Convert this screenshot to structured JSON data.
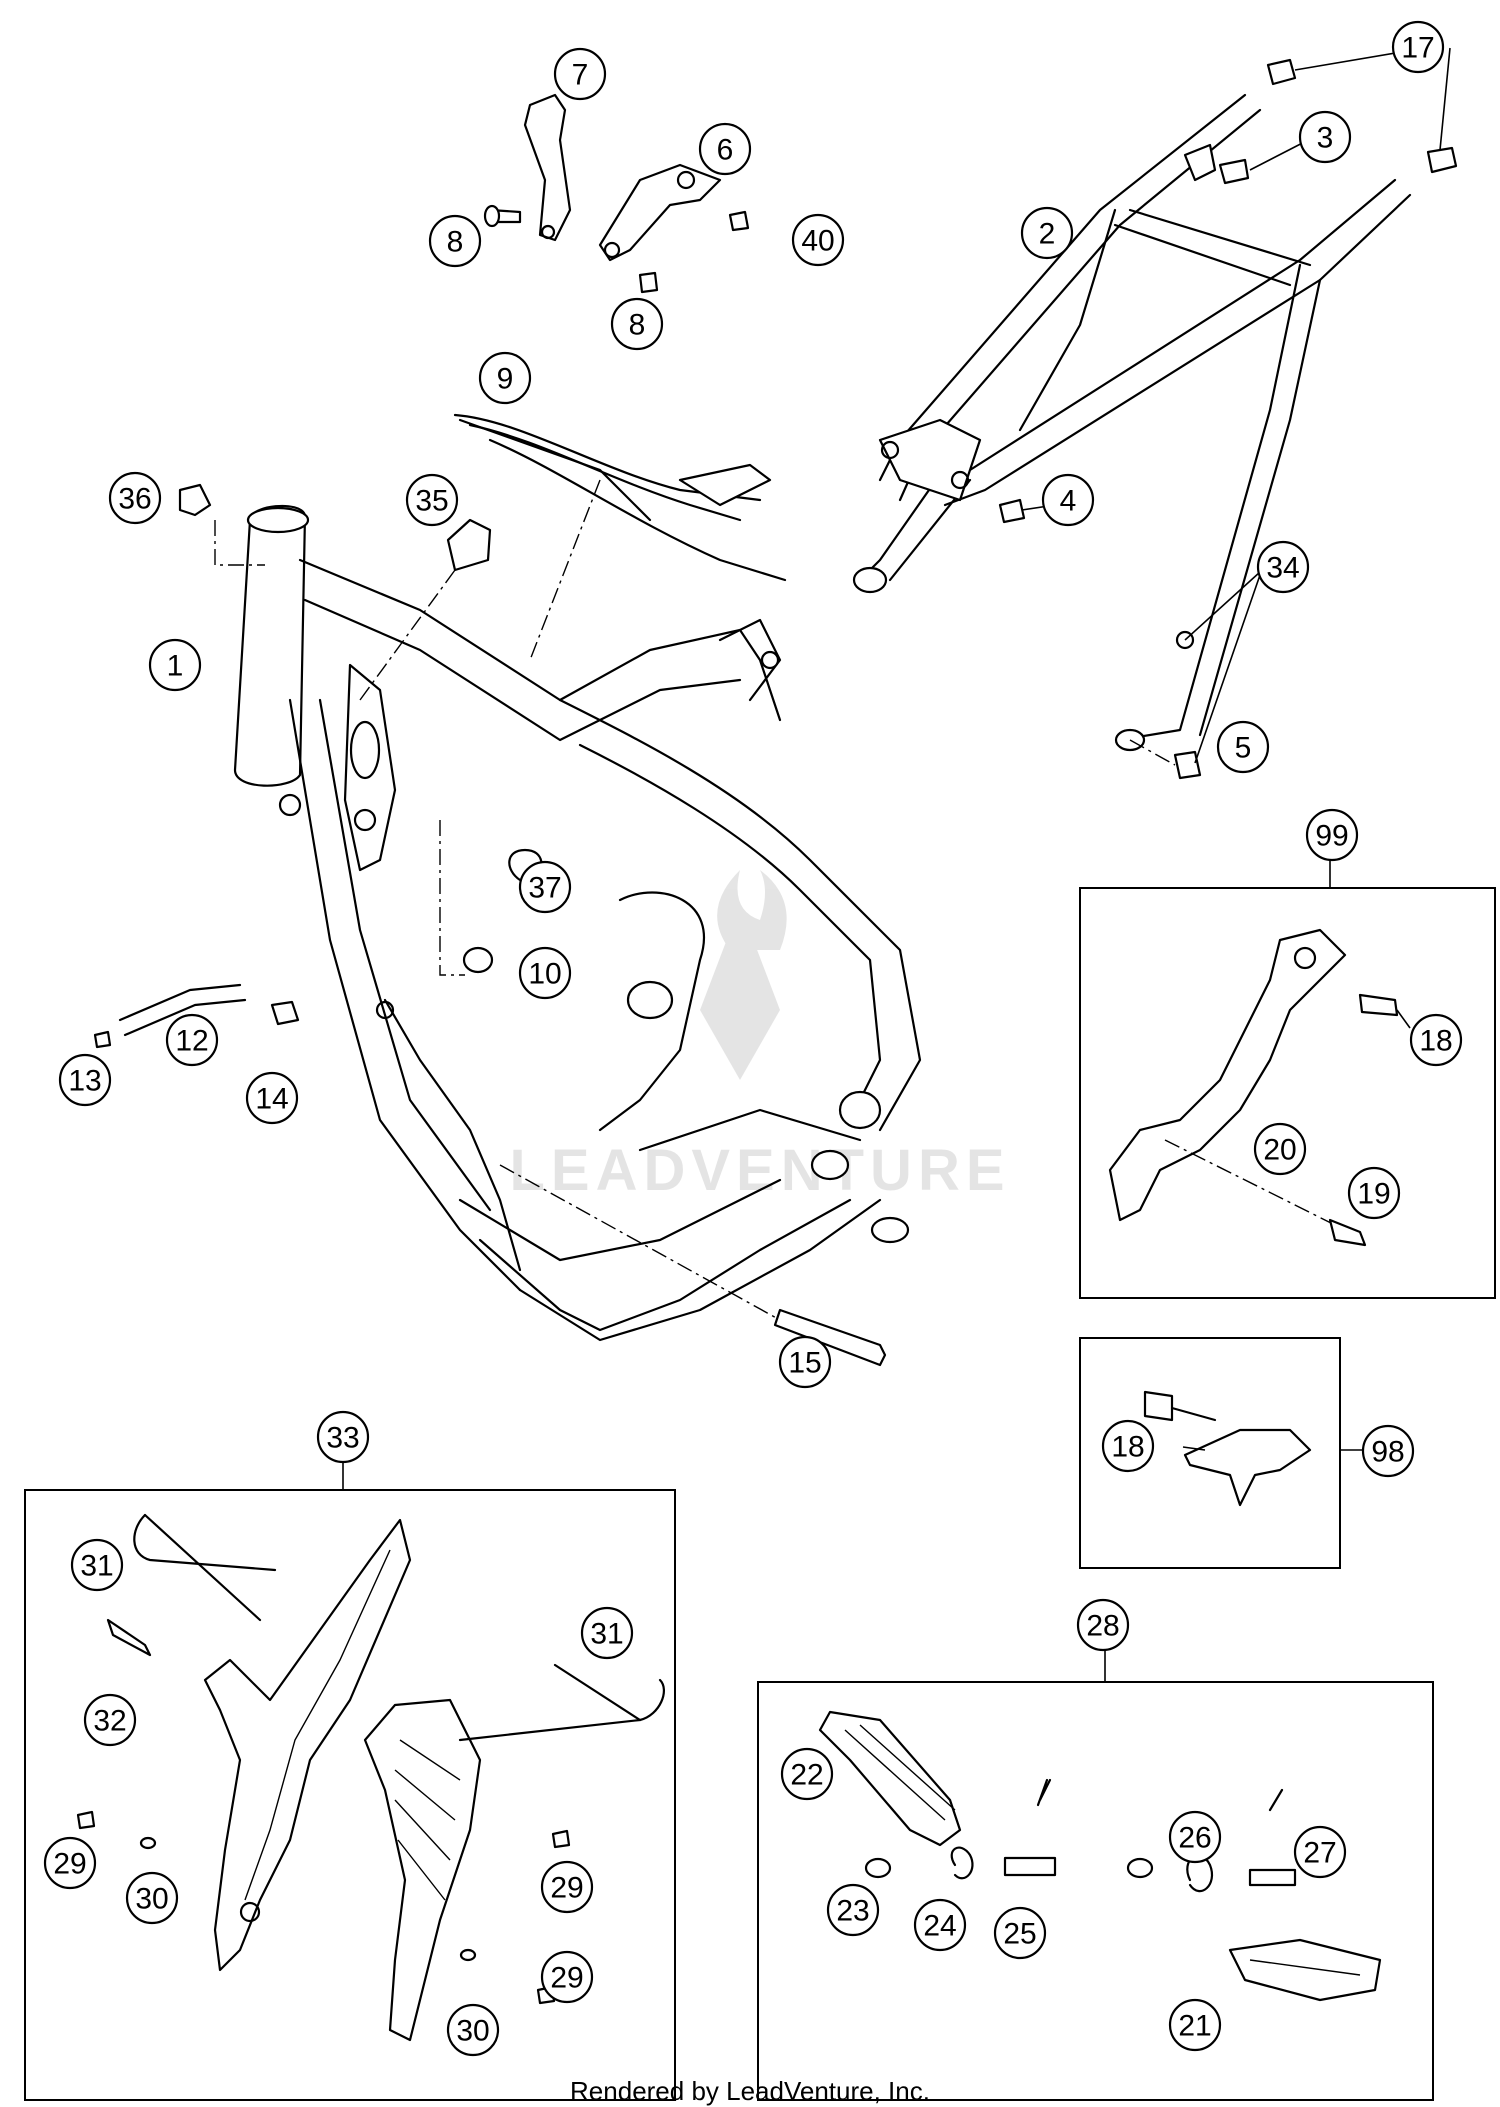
{
  "callouts": [
    {
      "id": "c1",
      "label": "1"
    },
    {
      "id": "c2",
      "label": "2"
    },
    {
      "id": "c3",
      "label": "3"
    },
    {
      "id": "c4",
      "label": "4"
    },
    {
      "id": "c5",
      "label": "5"
    },
    {
      "id": "c6",
      "label": "6"
    },
    {
      "id": "c7",
      "label": "7"
    },
    {
      "id": "c8a",
      "label": "8"
    },
    {
      "id": "c8b",
      "label": "8"
    },
    {
      "id": "c9",
      "label": "9"
    },
    {
      "id": "c10",
      "label": "10"
    },
    {
      "id": "c12",
      "label": "12"
    },
    {
      "id": "c13",
      "label": "13"
    },
    {
      "id": "c14",
      "label": "14"
    },
    {
      "id": "c15",
      "label": "15"
    },
    {
      "id": "c17",
      "label": "17"
    },
    {
      "id": "c18a",
      "label": "18"
    },
    {
      "id": "c18b",
      "label": "18"
    },
    {
      "id": "c19",
      "label": "19"
    },
    {
      "id": "c20",
      "label": "20"
    },
    {
      "id": "c21",
      "label": "21"
    },
    {
      "id": "c22",
      "label": "22"
    },
    {
      "id": "c23",
      "label": "23"
    },
    {
      "id": "c24",
      "label": "24"
    },
    {
      "id": "c25",
      "label": "25"
    },
    {
      "id": "c26",
      "label": "26"
    },
    {
      "id": "c27",
      "label": "27"
    },
    {
      "id": "c28",
      "label": "28"
    },
    {
      "id": "c29a",
      "label": "29"
    },
    {
      "id": "c29b",
      "label": "29"
    },
    {
      "id": "c29c",
      "label": "29"
    },
    {
      "id": "c30a",
      "label": "30"
    },
    {
      "id": "c30b",
      "label": "30"
    },
    {
      "id": "c31a",
      "label": "31"
    },
    {
      "id": "c31b",
      "label": "31"
    },
    {
      "id": "c32",
      "label": "32"
    },
    {
      "id": "c33",
      "label": "33"
    },
    {
      "id": "c34",
      "label": "34"
    },
    {
      "id": "c35",
      "label": "35"
    },
    {
      "id": "c36",
      "label": "36"
    },
    {
      "id": "c37",
      "label": "37"
    },
    {
      "id": "c40",
      "label": "40"
    },
    {
      "id": "c98",
      "label": "98"
    },
    {
      "id": "c99",
      "label": "99"
    }
  ],
  "watermark": {
    "text": "LEADVENTURE"
  },
  "footer": {
    "text": "Rendered by LeadVenture, Inc."
  }
}
